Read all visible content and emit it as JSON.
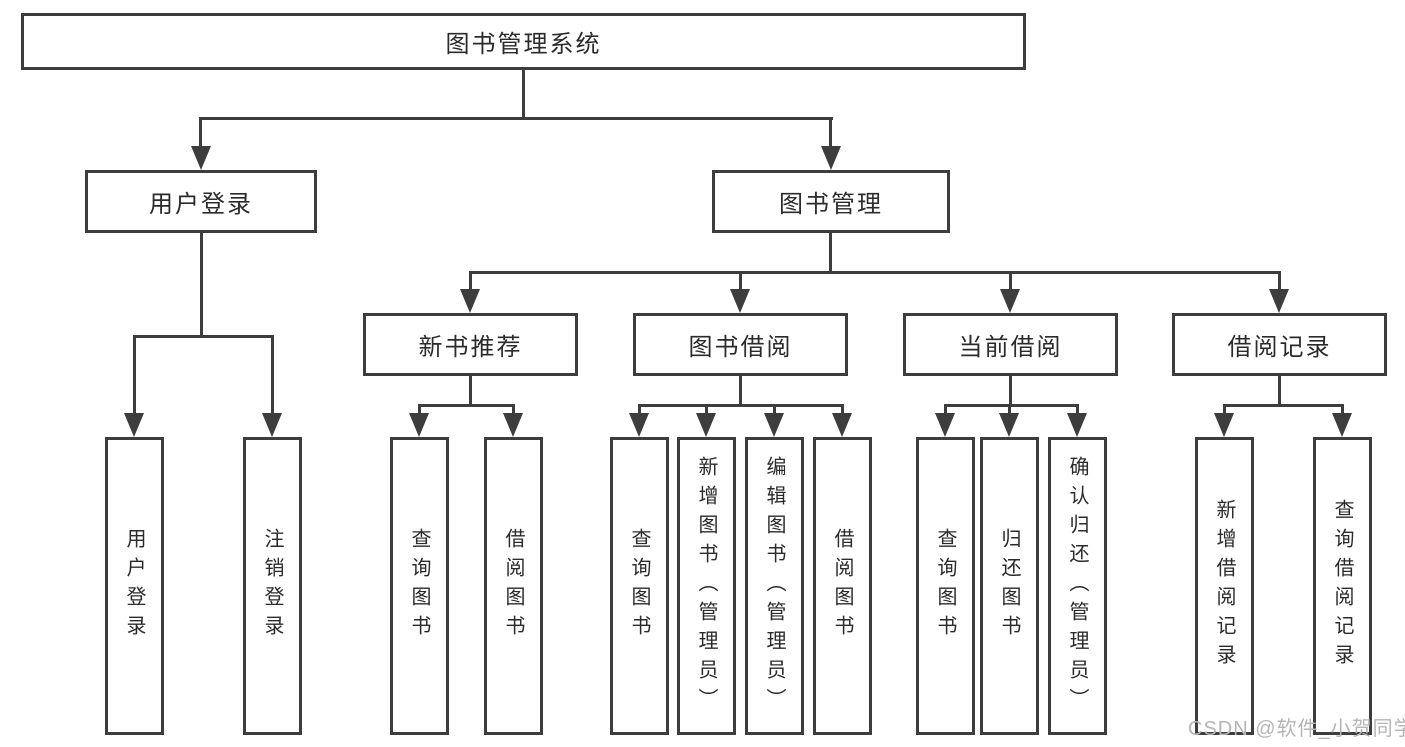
{
  "diagram_title": "图书管理系统",
  "colors": {
    "line": "#3d3d3d",
    "box_border": "#3d3d3d",
    "text": "#2b2b2b",
    "background": "#ffffff",
    "watermark": "#b5b5b5"
  },
  "watermark": {
    "text": "CSDN @软件_小贺同学"
  },
  "tree": {
    "root": {
      "label": "图书管理系统",
      "children": [
        {
          "label": "用户登录",
          "children": [
            {
              "label": "用户登录"
            },
            {
              "label": "注销登录"
            }
          ]
        },
        {
          "label": "图书管理",
          "children": [
            {
              "label": "新书推荐",
              "children": [
                {
                  "label": "查询图书"
                },
                {
                  "label": "借阅图书"
                }
              ]
            },
            {
              "label": "图书借阅",
              "children": [
                {
                  "label": "查询图书"
                },
                {
                  "label": "新增图书（管理员）"
                },
                {
                  "label": "编辑图书（管理员）"
                },
                {
                  "label": "借阅图书"
                }
              ]
            },
            {
              "label": "当前借阅",
              "children": [
                {
                  "label": "查询图书"
                },
                {
                  "label": "归还图书"
                },
                {
                  "label": "确认归还（管理员）"
                }
              ]
            },
            {
              "label": "借阅记录",
              "children": [
                {
                  "label": "新增借阅记录"
                },
                {
                  "label": "查询借阅记录"
                }
              ]
            }
          ]
        }
      ]
    }
  }
}
